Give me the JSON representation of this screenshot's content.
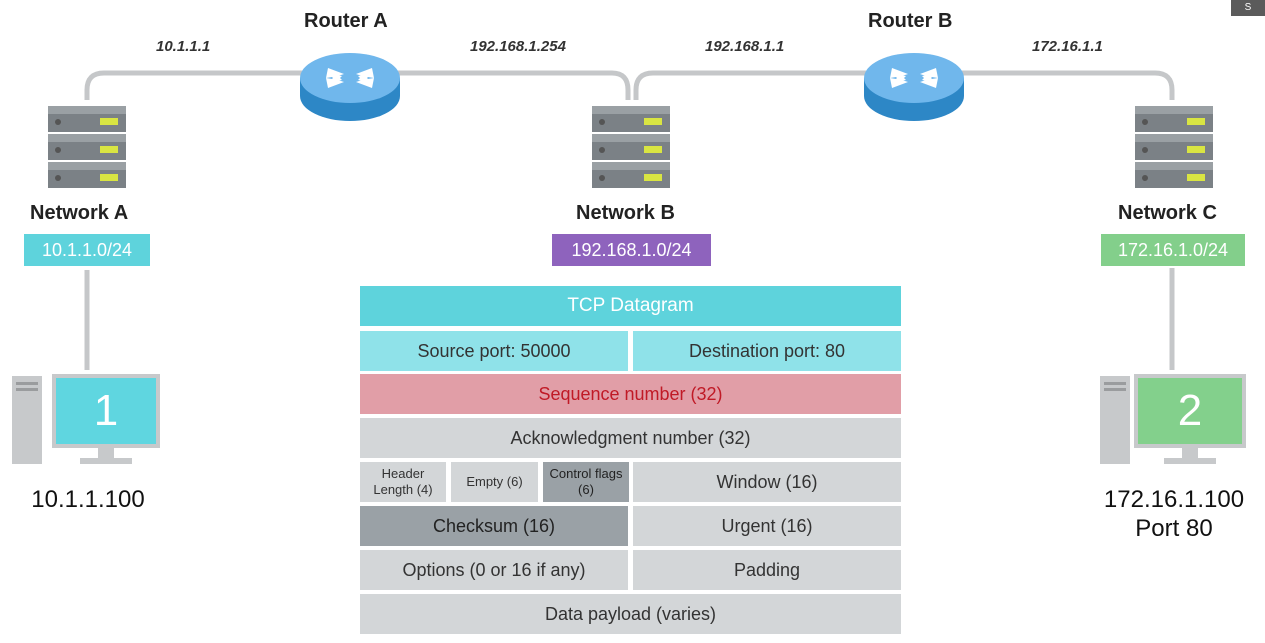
{
  "routers": {
    "a": {
      "label": "Router A"
    },
    "b": {
      "label": "Router B"
    }
  },
  "interface_ips": {
    "net_a_side": "10.1.1.1",
    "router_a_right": "192.168.1.254",
    "router_b_left": "192.168.1.1",
    "net_c_side": "172.16.1.1"
  },
  "networks": {
    "a": {
      "name": "Network A",
      "cidr": "10.1.1.0/24",
      "color": "#5ed3dc"
    },
    "b": {
      "name": "Network B",
      "cidr": "192.168.1.0/24",
      "color": "#8e63bd"
    },
    "c": {
      "name": "Network C",
      "cidr": "172.16.1.0/24",
      "color": "#83cf8b"
    }
  },
  "hosts": {
    "one": {
      "number": "1",
      "ip": "10.1.1.100",
      "screen_color": "#5fd6e0"
    },
    "two": {
      "number": "2",
      "ip": "172.16.1.100",
      "port": "Port 80",
      "screen_color": "#83d08c"
    }
  },
  "tcp": {
    "title": "TCP Datagram",
    "source_port": "Source port: 50000",
    "destination_port": "Destination port: 80",
    "sequence": "Sequence number (32)",
    "ack": "Acknowledgment number (32)",
    "header_length_1": "Header",
    "header_length_2": "Length (4)",
    "empty": "Empty (6)",
    "control_flags_1": "Control flags",
    "control_flags_2": "(6)",
    "window": "Window (16)",
    "checksum": "Checksum (16)",
    "urgent": "Urgent (16)",
    "options": "Options (0 or 16 if any)",
    "padding": "Padding",
    "payload": "Data payload (varies)"
  },
  "corner_badge": "S"
}
